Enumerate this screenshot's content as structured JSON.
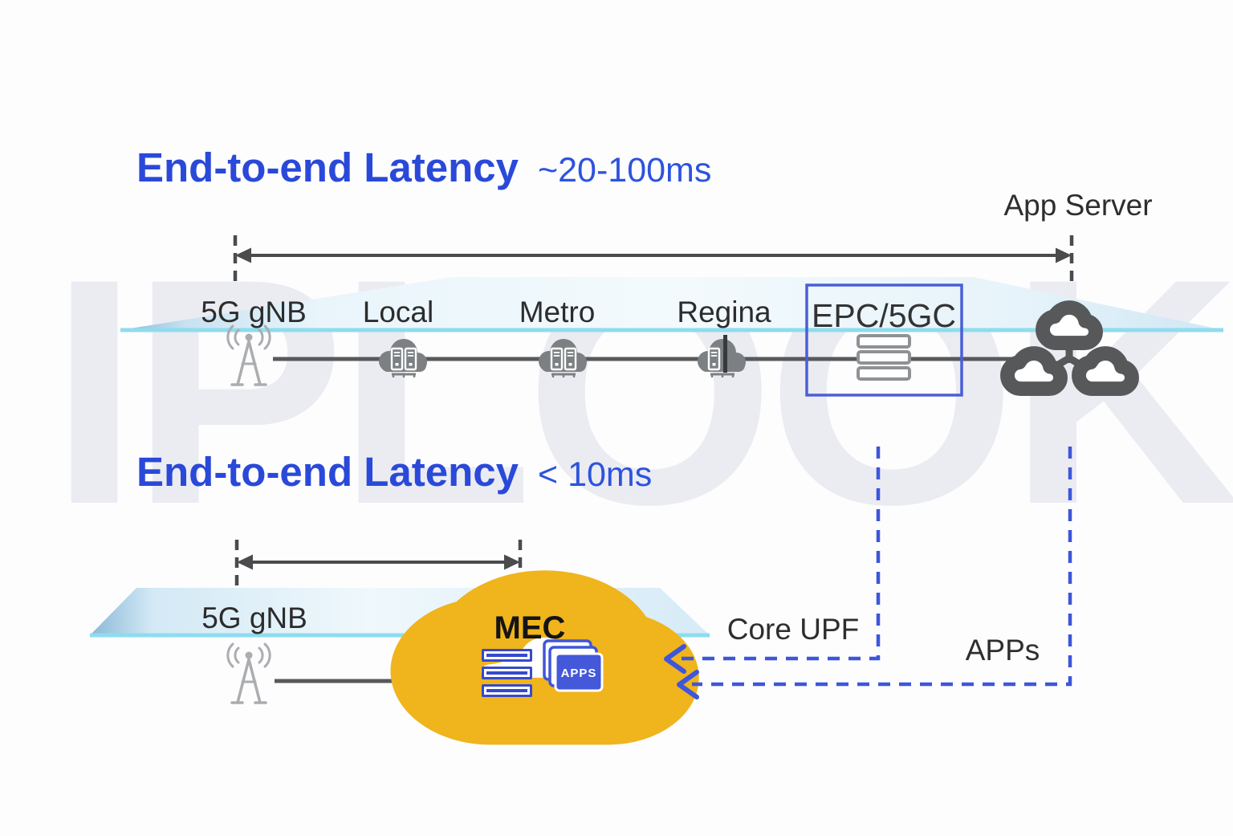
{
  "watermark": "IPLOOK",
  "colors": {
    "title_blue": "#2a49d9",
    "dashed_blue": "#3d56db",
    "epc_box_blue": "#4a5fd6",
    "mec_yellow": "#f0b41c",
    "mec_inner_blue": "#3649cc",
    "line_gray": "#58595b",
    "icon_gray": "#7d8083",
    "platform_edge_cyan": "#8edcee"
  },
  "top_section": {
    "title": "End-to-end Latency",
    "latency_value": "~20-100ms",
    "app_server_label": "App Server",
    "nodes": [
      "5G gNB",
      "Local",
      "Metro",
      "Regina",
      "EPC/5GC"
    ]
  },
  "bottom_section": {
    "title": "End-to-end Latency",
    "latency_value": "< 10ms",
    "gnb_label": "5G gNB",
    "mec_label": "MEC",
    "mec_apps_tile": "APPS",
    "core_upf_label": "Core UPF",
    "apps_label": "APPs"
  }
}
